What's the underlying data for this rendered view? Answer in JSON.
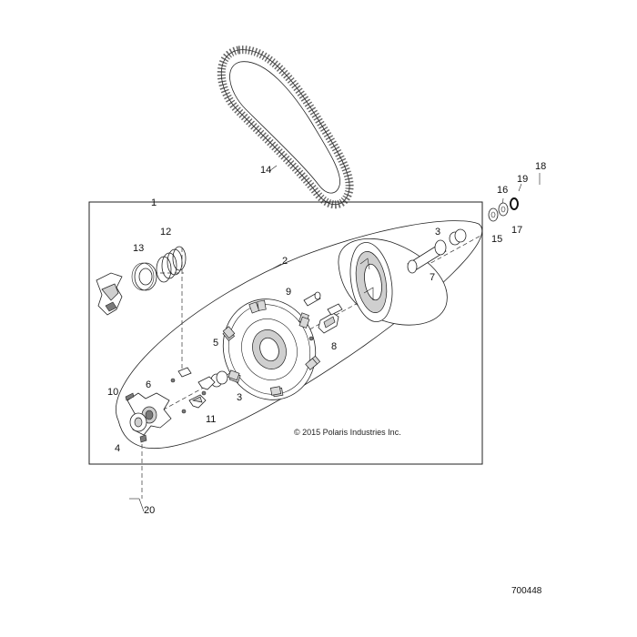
{
  "diagram": {
    "copyright": "© 2015 Polaris Industries Inc.",
    "reference_code": "700448",
    "callouts": [
      "1",
      "2",
      "3",
      "3",
      "4",
      "5",
      "6",
      "7",
      "8",
      "9",
      "10",
      "11",
      "12",
      "13",
      "14",
      "15",
      "16",
      "17",
      "18",
      "19",
      "20"
    ],
    "parts": [
      {
        "id": "14",
        "name": "drive-belt"
      },
      {
        "id": "1",
        "name": "clutch-assembly-box"
      },
      {
        "id": "2",
        "name": "moveable-sheave-assembly"
      },
      {
        "id": "3",
        "name": "roller"
      },
      {
        "id": "4",
        "name": "spider-hub"
      },
      {
        "id": "5",
        "name": "bushing"
      },
      {
        "id": "6",
        "name": "spider"
      },
      {
        "id": "7",
        "name": "sleeve"
      },
      {
        "id": "8",
        "name": "weight"
      },
      {
        "id": "9",
        "name": "pin"
      },
      {
        "id": "10",
        "name": "screw"
      },
      {
        "id": "11",
        "name": "flyweight"
      },
      {
        "id": "12",
        "name": "spring"
      },
      {
        "id": "13",
        "name": "washer"
      },
      {
        "id": "15",
        "name": "washer-small"
      },
      {
        "id": "16",
        "name": "washer-medium"
      },
      {
        "id": "17",
        "name": "o-ring"
      },
      {
        "id": "18",
        "name": "bolt"
      },
      {
        "id": "19",
        "name": "washer-tiny"
      },
      {
        "id": "20",
        "name": "bolt-shaft"
      }
    ]
  }
}
